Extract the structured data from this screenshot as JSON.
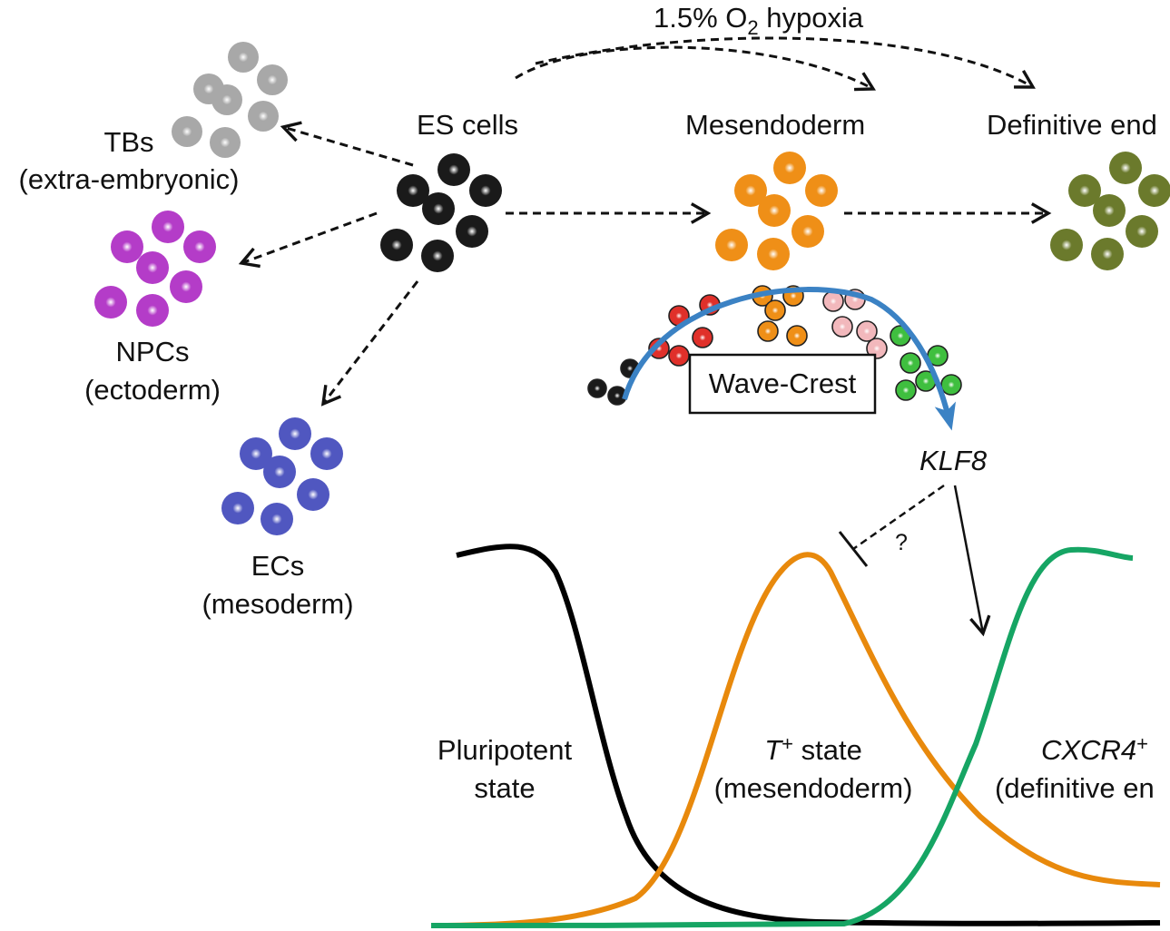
{
  "colors": {
    "black_cells": "#1a1a1a",
    "gray_cells": "#a8a8a8",
    "purple_cells": "#b43cc8",
    "blue_cells": "#5057c0",
    "orange_cells": "#ef8f17",
    "olive_cells": "#6b7a2c",
    "red_cells": "#e0302a",
    "pink_cells": "#f2b8bc",
    "green_cells": "#3fbf3f",
    "wave_arrow": "#3b82c4",
    "pluripotent_curve": "#000000",
    "mesendoderm_curve": "#e8890c",
    "endoderm_curve": "#16a564"
  },
  "labels": {
    "hypoxia_prefix": "1.5% O",
    "hypoxia_sub": "2",
    "hypoxia_suffix": " hypoxia",
    "es_cells": "ES cells",
    "mesendoderm": "Mesendoderm",
    "definitive_endoderm": "Definitive end",
    "tbs_line1": "TBs",
    "tbs_line2": "(extra-embryonic)",
    "npcs_line1": "NPCs",
    "npcs_line2": "(ectoderm)",
    "ecs_line1": "ECs",
    "ecs_line2": "(mesoderm)",
    "wave_crest": "Wave-Crest",
    "klf8": "KLF8",
    "question": "?",
    "pluri_line1": "Pluripotent",
    "pluri_line2": "state",
    "t_state_gene": "T",
    "t_state_sup": "+",
    "t_state_suffix": " state",
    "t_state_line2": "(mesendoderm)",
    "cxcr4_gene": "CXCR4",
    "cxcr4_sup": "+",
    "cxcr4_line2": "(definitive en"
  }
}
